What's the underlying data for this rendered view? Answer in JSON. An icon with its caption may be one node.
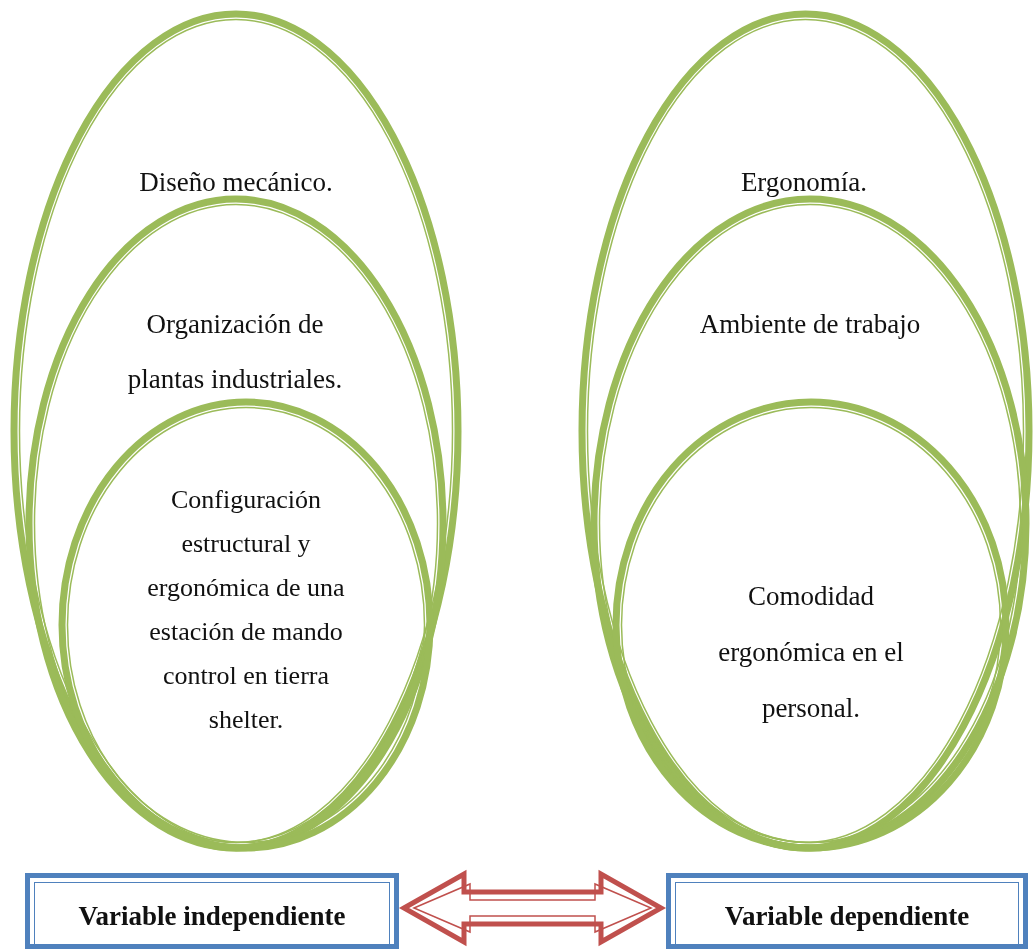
{
  "diagram": {
    "nodes": [
      {
        "text": [
          "Diseño mecánico."
        ]
      },
      {
        "text": [
          "Organización de plantas industriales."
        ],
        "in": 0
      },
      {
        "text": [
          "Configuración estructural y ergonómica de una estación de mando control en tierra shelter."
        ],
        "in": 1
      },
      {
        "text": [
          "Ergonomía."
        ]
      },
      {
        "text": [
          "Ambiente de trabajo"
        ],
        "in": 3
      },
      {
        "text": [
          "Comodidad ergonómica en el personal."
        ],
        "in": 4
      },
      {
        "text": [
          "Variable independiente"
        ]
      },
      {
        "text": [
          "Variable dependiente"
        ]
      }
    ],
    "edges": [
      {
        "from": 6,
        "to": 7,
        "arrow": "both"
      }
    ]
  }
}
